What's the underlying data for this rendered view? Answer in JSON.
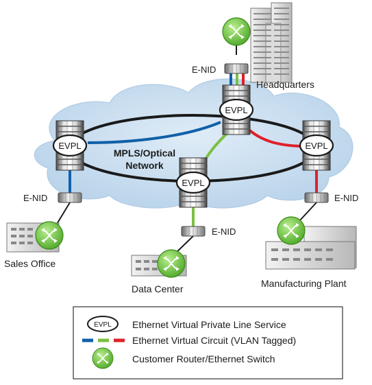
{
  "network": {
    "title_line1": "MPLS/Optical",
    "title_line2": "Network"
  },
  "nodes": {
    "evpl_label": "EVPL",
    "enid_label": "E-NID"
  },
  "sites": {
    "headquarters": "Headquarters",
    "sales_office": "Sales Office",
    "data_center": "Data Center",
    "manufacturing_plant": "Manufacturing Plant"
  },
  "legend": {
    "evpl_icon_label": "EVPL",
    "evpl_text": "Ethernet Virtual Private Line Service",
    "circuit_text": "Ethernet Virtual Circuit (VLAN Tagged)",
    "switch_text": "Customer Router/Ethernet Switch"
  },
  "colors": {
    "blue": "#1060a8",
    "green": "#7bc043",
    "red": "#e0202a",
    "cloud": "#c4dbee",
    "ring": "#1a1a1a"
  }
}
